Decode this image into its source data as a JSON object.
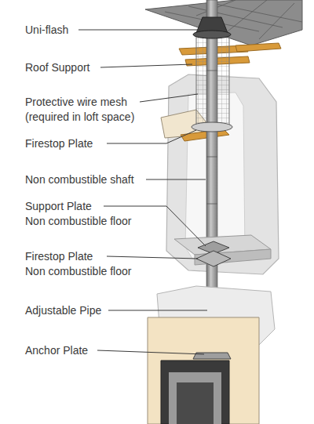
{
  "diagram": {
    "labels": [
      "Uni-flash",
      "Roof Support",
      "Protective wire mesh (required in loft space)",
      "Firestop Plate",
      "Non combustible shaft",
      "Support Plate",
      "Non combustible floor",
      "Firestop Plate",
      "Non combustible floor",
      "Adjustable Pipe",
      "Anchor Plate"
    ]
  }
}
